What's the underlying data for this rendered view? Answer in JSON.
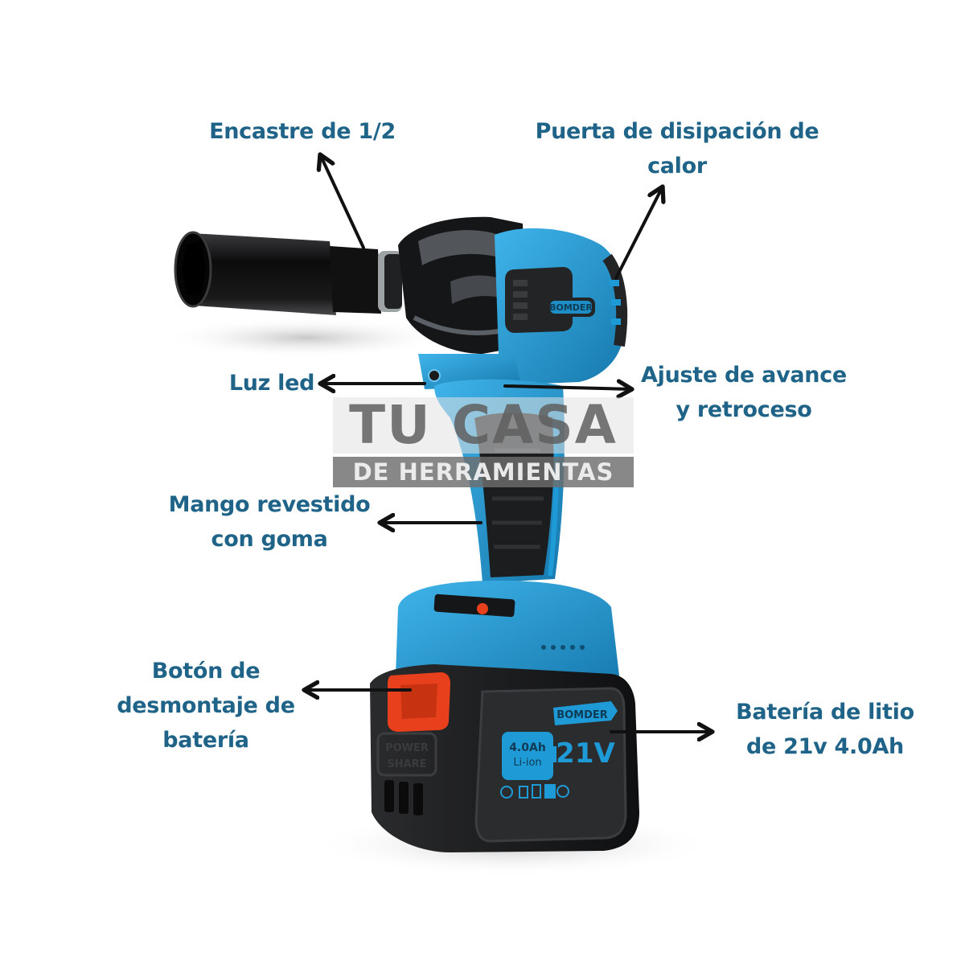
{
  "colors": {
    "label_text": "#1f6488",
    "tool_blue": "#1e9ad6",
    "tool_black": "#1b1c1e",
    "release_button": "#e8401c",
    "arrow": "#111111"
  },
  "callouts": {
    "encastre": [
      "Encastre de 1/2"
    ],
    "heat_vent": [
      "Puerta de disipación de",
      "calor"
    ],
    "led_light": [
      "Luz led"
    ],
    "direction_switch": [
      "Ajuste de avance",
      "y retroceso"
    ],
    "grip": [
      "Mango revestido",
      "con goma"
    ],
    "battery_release": [
      "Botón de",
      "desmontaje de",
      "batería"
    ],
    "battery": [
      "Batería de litio",
      "de 21v 4.0Ah"
    ]
  },
  "watermark": {
    "line1": "TU CASA",
    "line2": "DE HERRAMIENTAS"
  },
  "product_markings": {
    "brand": "BOMDER",
    "battery_capacity": "4.0Ah",
    "battery_type": "Li-ion",
    "voltage": "21V",
    "power_share": [
      "POWER",
      "SHARE"
    ]
  }
}
